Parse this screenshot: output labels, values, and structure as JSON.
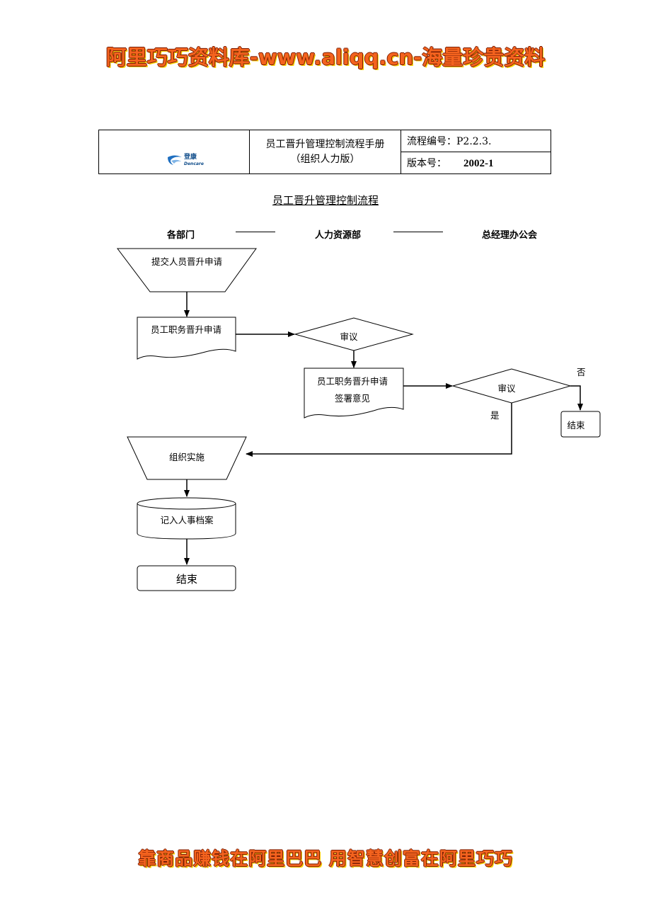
{
  "banner_top": "阿里巧巧资料库-www.aliqq.cn-海量珍贵资料",
  "banner_bottom": "靠商品赚钱在阿里巴巴  用智慧创富在阿里巧巧",
  "header": {
    "logo_cn": "登康",
    "logo_en": "Dencare",
    "manual_title_line1": "员工晋升管理控制流程手册",
    "manual_title_line2": "（组织人力版）",
    "process_no_label": "流程编号：",
    "process_no_value": "P2.2.3.",
    "version_label": "版本号：",
    "version_value": "2002-1"
  },
  "doc_title": "员工晋升管理控制流程",
  "departments": [
    "各部门",
    "人力资源部",
    "总经理办公会"
  ],
  "nodes": {
    "submit": "提交人员晋升申请",
    "application_doc": "员工职务晋升申请",
    "review1": "审议",
    "signed_doc_line1": "员工职务晋升申请",
    "signed_doc_line2": "签署意见",
    "review2": "审议",
    "no_label": "否",
    "yes_label": "是",
    "end_right": "结束",
    "implement": "组织实施",
    "record": "记入人事档案",
    "end_bottom": "结束"
  }
}
